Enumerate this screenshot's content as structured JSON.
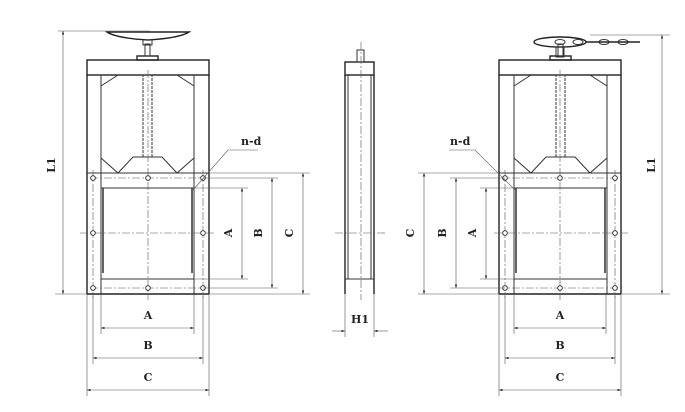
{
  "front_view": {
    "height_label": "L1",
    "bolt_label": "n-d",
    "vertical_dims": [
      "A",
      "B",
      "C"
    ],
    "horizontal_dims": [
      "A",
      "B",
      "C"
    ]
  },
  "side_view": {
    "width_label": "H1"
  },
  "chain_view": {
    "height_label": "L1",
    "bolt_label": "n-d",
    "vertical_dims": [
      "C",
      "B",
      "A"
    ],
    "horizontal_dims": [
      "A",
      "B",
      "C"
    ]
  }
}
